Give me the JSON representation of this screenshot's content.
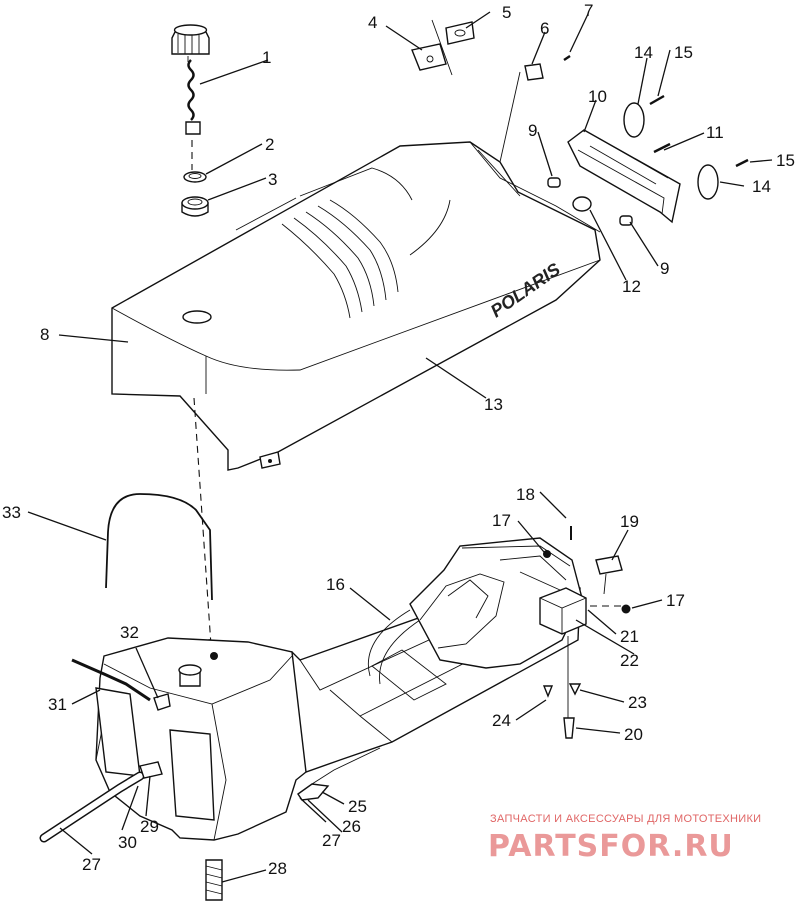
{
  "callouts": [
    {
      "id": "c1",
      "text": "1"
    },
    {
      "id": "c2",
      "text": "2"
    },
    {
      "id": "c3",
      "text": "3"
    },
    {
      "id": "c4",
      "text": "4"
    },
    {
      "id": "c5",
      "text": "5"
    },
    {
      "id": "c6",
      "text": "6"
    },
    {
      "id": "c7",
      "text": "7"
    },
    {
      "id": "c8",
      "text": "8"
    },
    {
      "id": "c9a",
      "text": "9"
    },
    {
      "id": "c9b",
      "text": "9"
    },
    {
      "id": "c10",
      "text": "10"
    },
    {
      "id": "c11",
      "text": "11"
    },
    {
      "id": "c12",
      "text": "12"
    },
    {
      "id": "c13",
      "text": "13"
    },
    {
      "id": "c14a",
      "text": "14"
    },
    {
      "id": "c14b",
      "text": "14"
    },
    {
      "id": "c15a",
      "text": "15"
    },
    {
      "id": "c15b",
      "text": "15"
    },
    {
      "id": "c16",
      "text": "16"
    },
    {
      "id": "c17a",
      "text": "17"
    },
    {
      "id": "c17b",
      "text": "17"
    },
    {
      "id": "c18",
      "text": "18"
    },
    {
      "id": "c19",
      "text": "19"
    },
    {
      "id": "c20",
      "text": "20"
    },
    {
      "id": "c21",
      "text": "21"
    },
    {
      "id": "c22",
      "text": "22"
    },
    {
      "id": "c23",
      "text": "23"
    },
    {
      "id": "c24",
      "text": "24"
    },
    {
      "id": "c25",
      "text": "25"
    },
    {
      "id": "c26",
      "text": "26"
    },
    {
      "id": "c27a",
      "text": "27"
    },
    {
      "id": "c27b",
      "text": "27"
    },
    {
      "id": "c28",
      "text": "28"
    },
    {
      "id": "c29",
      "text": "29"
    },
    {
      "id": "c30",
      "text": "30"
    },
    {
      "id": "c31",
      "text": "31"
    },
    {
      "id": "c32",
      "text": "32"
    },
    {
      "id": "c33",
      "text": "33"
    }
  ],
  "seat_brand": "POLARIS",
  "watermark": {
    "tagline": "ЗАПЧАСТИ И АКСЕССУАРЫ ДЛЯ МОТОТЕХНИКИ",
    "site": "PARTSFOR.RU",
    "color": "#ea9999"
  }
}
